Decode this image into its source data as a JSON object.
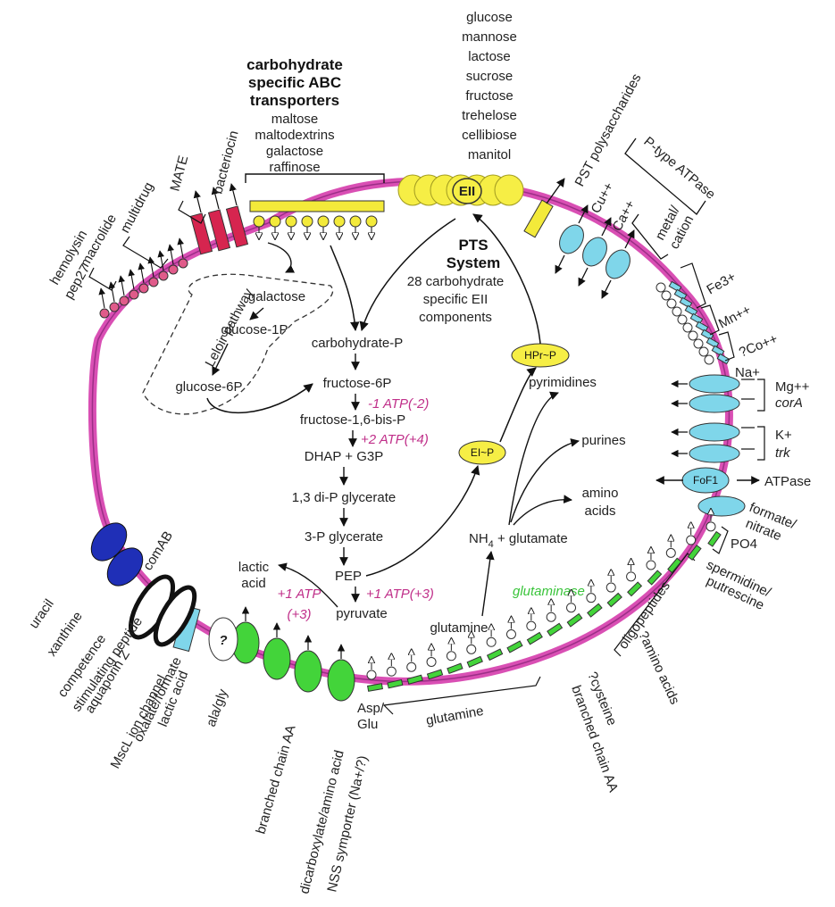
{
  "colors": {
    "membrane": "#d94fb4",
    "membrane_dark": "#9b2f86",
    "abc_yellow": "#f3ea3a",
    "pts_yellow": "#f6ee45",
    "cyan_transporter": "#7fd6ea",
    "green_transporter": "#43d43a",
    "red_transporter": "#d6254f",
    "blue_transporter": "#1f2fb7",
    "atp_text": "#c0308a",
    "glutaminase_text": "#39c43a"
  },
  "abc": {
    "title_lines": [
      "carbohydrate",
      "specific ABC",
      "transporters"
    ],
    "substrates": [
      "maltose",
      "maltodextrins",
      "galactose",
      "raffinose"
    ]
  },
  "pts": {
    "sugars": [
      "glucose",
      "mannose",
      "lactose",
      "sucrose",
      "fructose",
      "trehelose",
      "cellibiose",
      "manitol"
    ],
    "eii": "EII",
    "title_lines": [
      "PTS",
      "System"
    ],
    "desc_lines": [
      "28 carbohydrate",
      "specific EII",
      "components"
    ],
    "hpr": "HPr~P",
    "ei": "EI~P"
  },
  "leloir": {
    "label": "Leloir pathway",
    "steps": [
      "galactose",
      "glucose-1P",
      "glucose-6P"
    ]
  },
  "glycolysis": {
    "carbohydrate_p": "carbohydrate-P",
    "fructose_6p": "fructose-6P",
    "atp1": "-1 ATP(-2)",
    "fructose_bis": "fructose-1,6-bis-P",
    "atp2": "+2 ATP(+4)",
    "dhap": "DHAP + G3P",
    "diP": "1,3 di-P glycerate",
    "threeP": "3-P glycerate",
    "pep": "PEP",
    "atp3": "+1 ATP(+3)",
    "pyruvate": "pyruvate",
    "lactic_lines": [
      "lactic",
      "acid"
    ],
    "atp4_lines": [
      "+1 ATP",
      "(+3)"
    ]
  },
  "nitrogen": {
    "nh4": "NH",
    "nh4_sub": "4",
    "glutamate": " + glutamate",
    "pyrimidines": "pyrimidines",
    "purines": "purines",
    "amino_lines": [
      "amino",
      "acids"
    ],
    "glutamine": "glutamine",
    "glutaminase": "glutaminase"
  },
  "right_labels": {
    "pst": "PST polysaccharides",
    "cu": "Cu++",
    "ca": "Ca++",
    "ptype": "P-type ATPase",
    "metal": "metal/",
    "cation": "cation",
    "fe": "Fe3+",
    "mn": "Mn++",
    "co": "?Co++",
    "na": "Na+",
    "mg": "Mg++",
    "cora": "corA",
    "k": "K+",
    "trk": "trk",
    "fof1": "FoF1",
    "atpase": "ATPase",
    "formate_lines": [
      "formate/",
      "nitrate"
    ],
    "po4": "PO4",
    "spermidine_lines": [
      "spermidine/",
      "putrescine"
    ],
    "oligopeptides": "oligopeptides"
  },
  "bottom_labels": {
    "amino_q": "?amino acids",
    "cysteine": "?cysteine",
    "branched_bottom": "branched chain AA",
    "glutamine_bottom": "glutamine",
    "asp_lines": [
      "Asp/",
      "Glu"
    ],
    "nss": "NSS symporter (Na+/?)",
    "dicarb": "dicarboxylate/amino acid",
    "branched": "branched chain AA",
    "alagly": "ala/gly",
    "lactic": "lactic acid",
    "oxalate": "oxalate/formate",
    "mscl": "MscL ion channel",
    "aquaporin": "aquaporin Z",
    "competence_lines": [
      "competence",
      "stimulating peptide"
    ],
    "xanthine": "xanthine",
    "uracil": "uracil",
    "comab": "comAB",
    "question": "?"
  },
  "left_labels": {
    "mate": "MATE",
    "bacteriocin": "bacteriocin",
    "multidrug": "multidrug",
    "macrolide": "macrolide",
    "hemolysin": "hemolysin",
    "pep27": "pep27"
  }
}
